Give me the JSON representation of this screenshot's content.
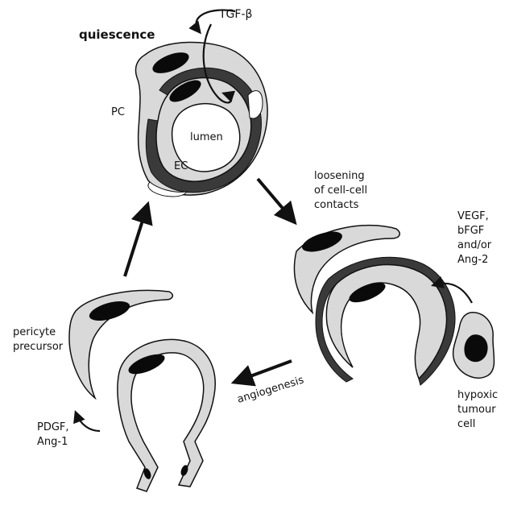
{
  "labels": {
    "quiescence": "quiescence",
    "tgf_beta": "TGF-β",
    "pc": "PC",
    "lumen": "lumen",
    "ec": "EC",
    "loosening_line1": "loosening",
    "loosening_line2": "of cell-cell",
    "loosening_line3": "contacts",
    "growth_factors_line1": "VEGF,",
    "growth_factors_line2": "bFGF",
    "growth_factors_line3": "and/or",
    "growth_factors_line4": "Ang-2",
    "hypoxic_line1": "hypoxic",
    "hypoxic_line2": "tumour",
    "hypoxic_line3": "cell",
    "angiogenesis": "angiogenesis",
    "pericyte_line1": "pericyte",
    "pericyte_line2": "precursor",
    "pdgf_line1": "PDGF,",
    "pdgf_line2": "Ang-1"
  },
  "colors": {
    "cell_fill": "#d9d9d9",
    "basement_membrane": "#3a3a3a",
    "nucleus": "#0a0a0a",
    "stroke": "#111111",
    "background": "#ffffff"
  }
}
